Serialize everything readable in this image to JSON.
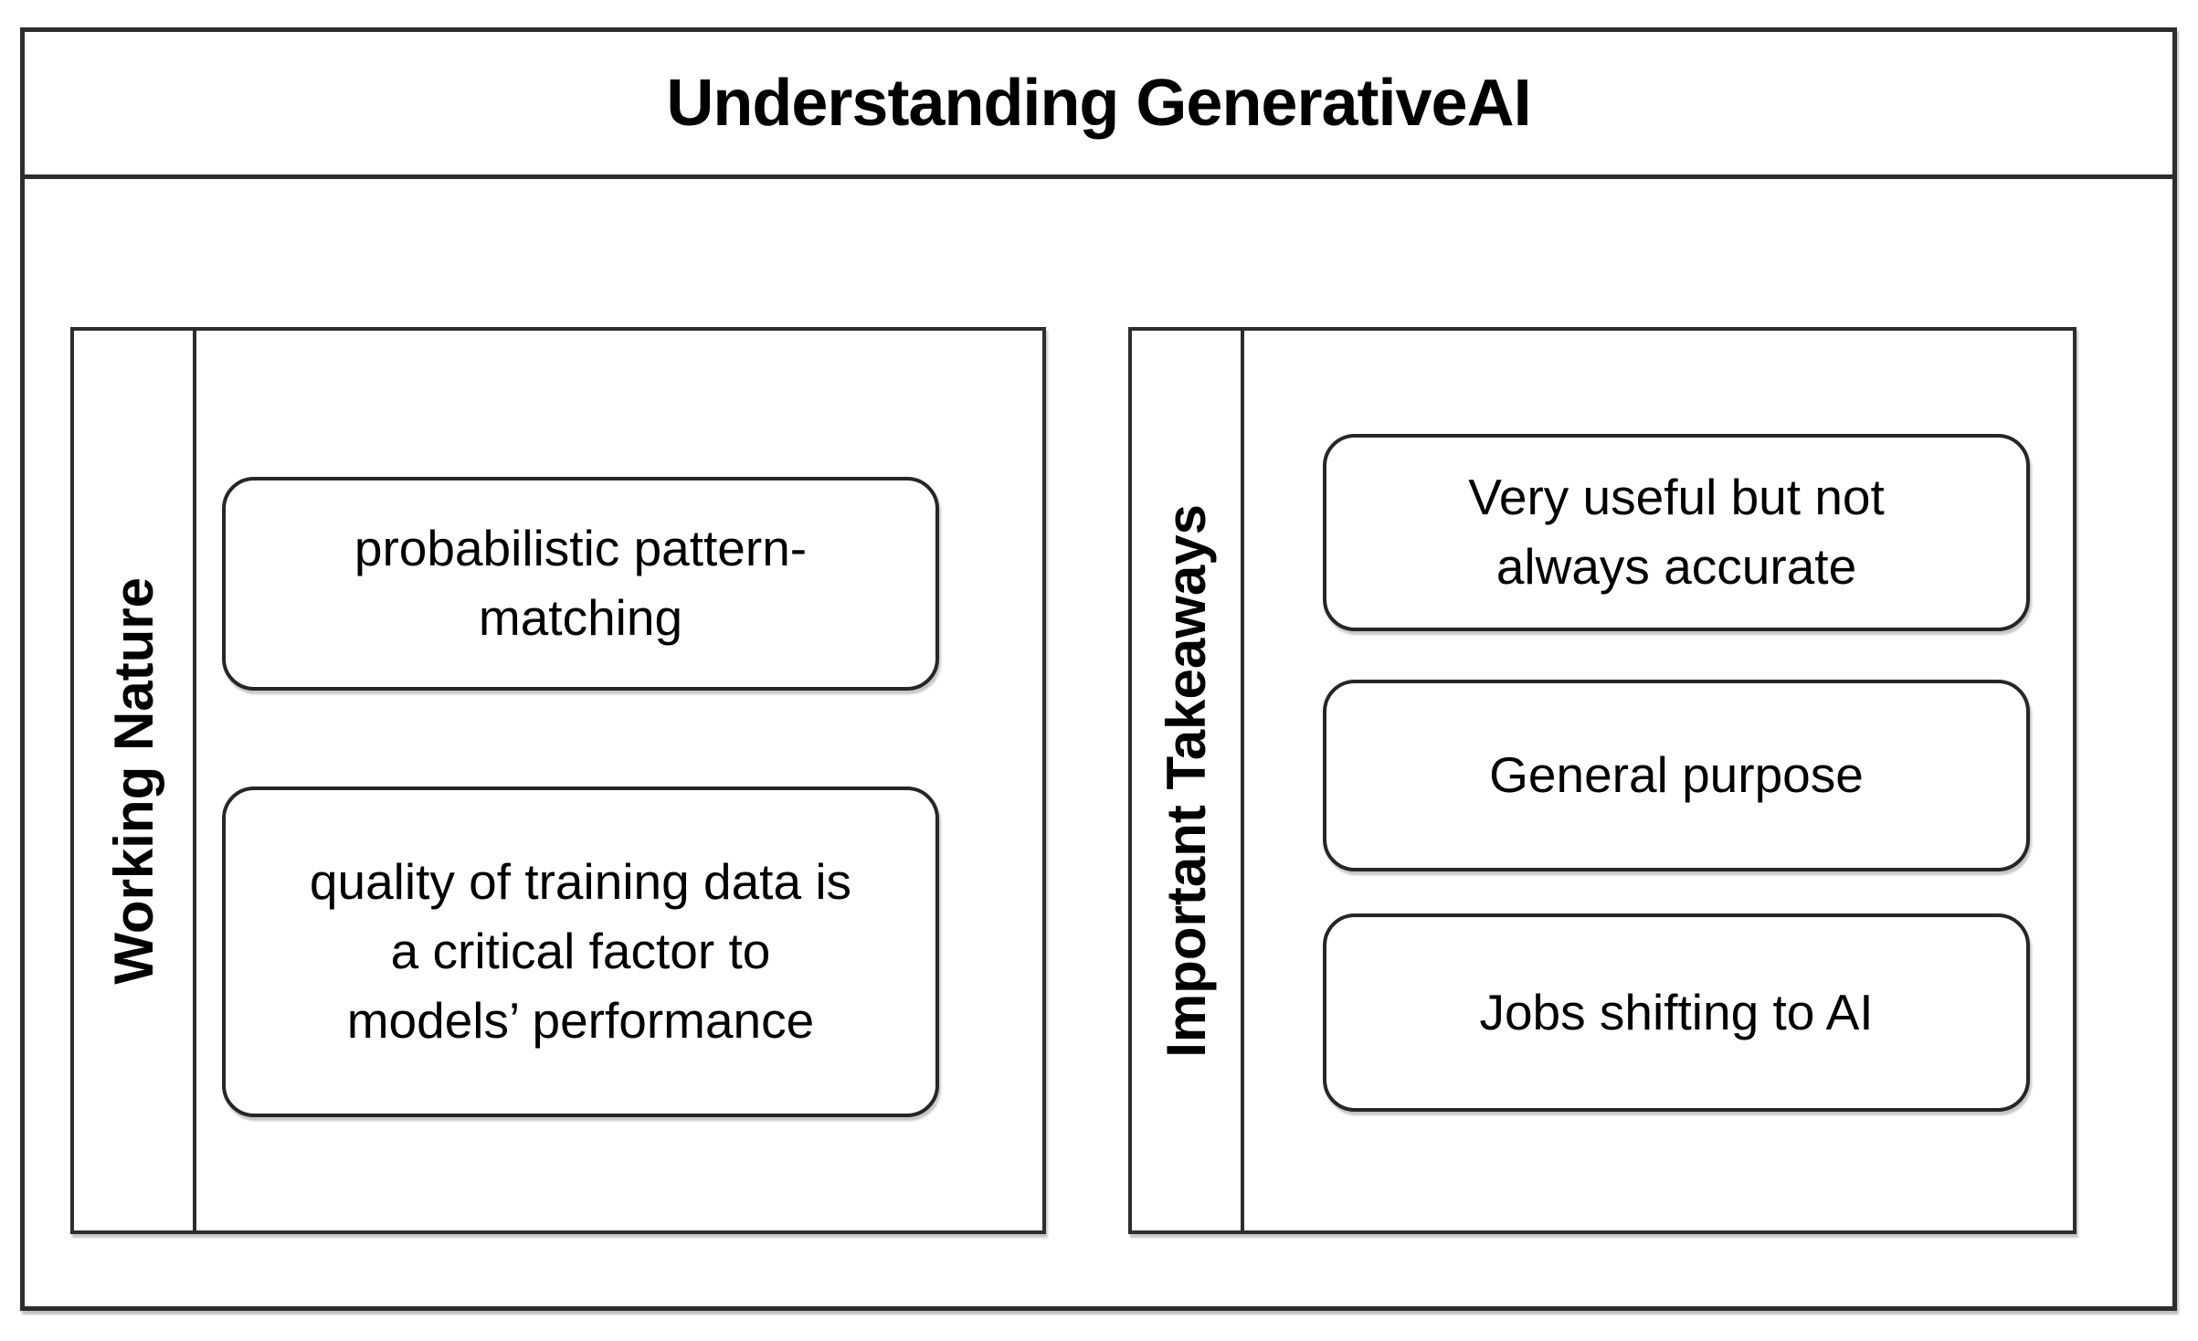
{
  "page": {
    "background_color": "#ffffff",
    "line_color": "#2d2d2d",
    "text_color": "#000000"
  },
  "diagram": {
    "title": "Understanding GenerativeAI",
    "groups": [
      {
        "label": "Working Nature",
        "boxes": [
          {
            "text": "probabilistic pattern-\nmatching"
          },
          {
            "text": "quality of training data is\na critical factor to\nmodels’ performance"
          }
        ]
      },
      {
        "label": "Important Takeaways",
        "boxes": [
          {
            "text": "Very useful but not\nalways accurate"
          },
          {
            "text": "General purpose"
          },
          {
            "text": "Jobs shifting to AI"
          }
        ]
      }
    ]
  }
}
